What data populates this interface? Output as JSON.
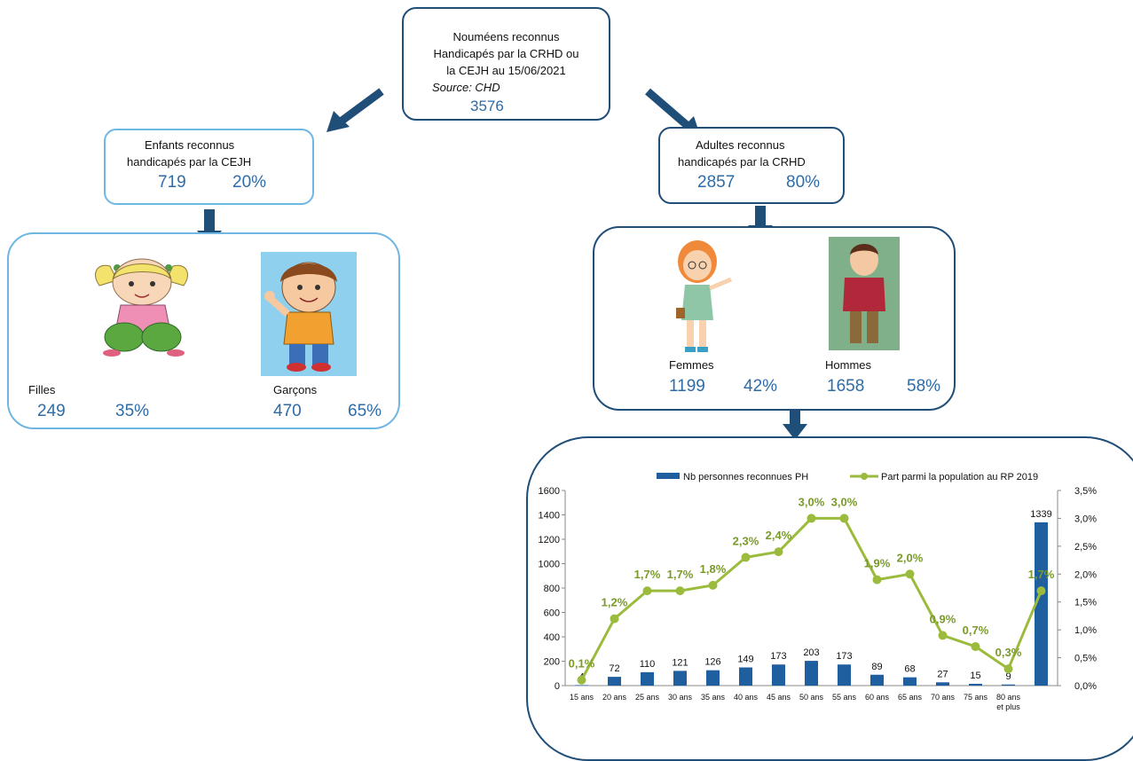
{
  "top": {
    "line1": "Nouméens reconnus",
    "line2": "Handicapés par la CRHD ou",
    "line3": "la CEJH au 15/06/2021",
    "source": "Source: CHD",
    "total": "3576"
  },
  "enfants": {
    "line1": "Enfants reconnus",
    "line2": "handicapés par la CEJH",
    "count": "719",
    "pct": "20%"
  },
  "adultes": {
    "line1": "Adultes reconnus",
    "line2": "handicapés par la CRHD",
    "count": "2857",
    "pct": "80%"
  },
  "filles": {
    "label": "Filles",
    "count": "249",
    "pct": "35%"
  },
  "garcons": {
    "label": "Garçons",
    "count": "470",
    "pct": "65%"
  },
  "femmes": {
    "label": "Femmes",
    "count": "1199",
    "pct": "42%"
  },
  "hommes": {
    "label": "Hommes",
    "count": "1658",
    "pct": "58%"
  },
  "colors": {
    "dark_blue": "#1f4e79",
    "light_blue": "#6fb6e3",
    "bar": "#1f5fa0",
    "line": "#9bbb3c",
    "number": "#2e6ba7"
  },
  "chart_data": {
    "type": "bar",
    "categories": [
      "15 ans",
      "20 ans",
      "25 ans",
      "30 ans",
      "35 ans",
      "40 ans",
      "45 ans",
      "50 ans",
      "55 ans",
      "60 ans",
      "65 ans",
      "70 ans",
      "75 ans",
      "80 ans et plus",
      ""
    ],
    "series": [
      {
        "name": "Nb personnes reconnues PH",
        "type": "bar",
        "axis": "left",
        "values": [
          4,
          72,
          110,
          121,
          126,
          149,
          173,
          203,
          173,
          89,
          68,
          27,
          15,
          9,
          1339
        ],
        "labels": [
          "4",
          "72",
          "110",
          "121",
          "126",
          "149",
          "173",
          "203",
          "173",
          "89",
          "68",
          "27",
          "15",
          "9",
          "1339"
        ]
      },
      {
        "name": "Part parmi la population au RP 2019",
        "type": "line",
        "axis": "right",
        "values": [
          0.1,
          1.2,
          1.7,
          1.7,
          1.8,
          2.3,
          2.4,
          3.0,
          3.0,
          1.9,
          2.0,
          0.9,
          0.7,
          0.3,
          1.7
        ],
        "labels": [
          "0,1%",
          "1,2%",
          "1,7%",
          "1,7%",
          "1,8%",
          "2,3%",
          "2,4%",
          "3,0%",
          "3,0%",
          "1,9%",
          "2,0%",
          "0,9%",
          "0,7%",
          "0,3%",
          "1,7%"
        ]
      }
    ],
    "y_left": {
      "min": 0,
      "max": 1600,
      "ticks": [
        "0",
        "200",
        "400",
        "600",
        "800",
        "1000",
        "1200",
        "1400",
        "1600"
      ]
    },
    "y_right": {
      "min": 0,
      "max": 3.5,
      "ticks": [
        "0,0%",
        "0,5%",
        "1,0%",
        "1,5%",
        "2,0%",
        "2,5%",
        "3,0%",
        "3,5%"
      ]
    },
    "legend_position": "top",
    "grid": false
  }
}
